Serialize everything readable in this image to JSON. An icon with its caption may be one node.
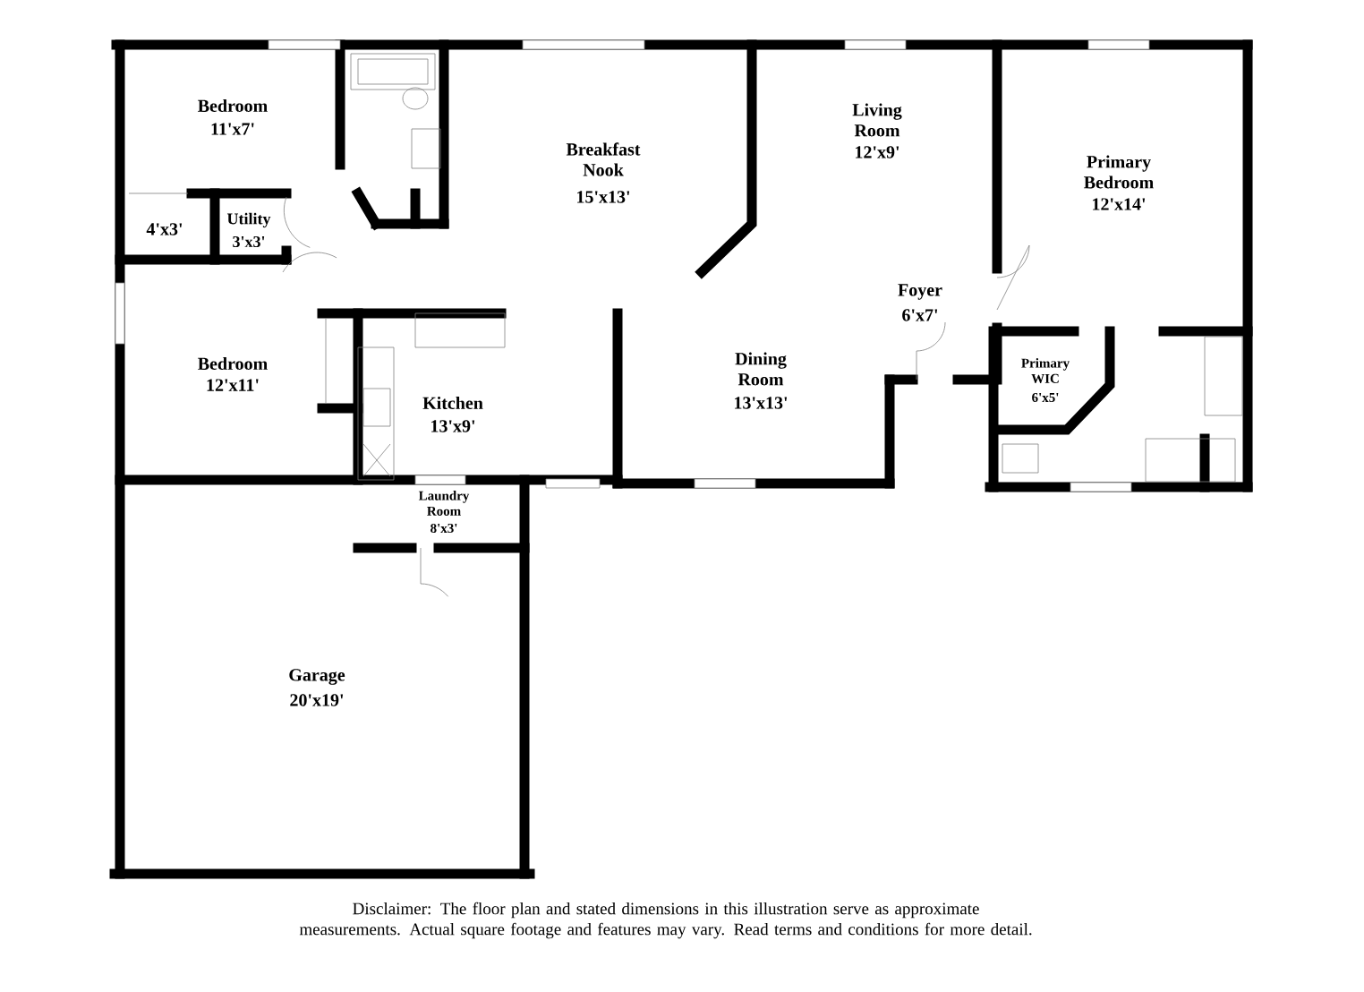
{
  "diagram": {
    "caption": "Disclaimer: The floor plan and stated dimensions in this illustration serve as approximate measurements. Actual square footage and features may vary. Read terms and conditions for more detail.",
    "labels": [
      "Bedroom",
      "11'x7'",
      "Breakfast Nook",
      "15'x13'",
      "Living Room",
      "12'x9'",
      "Primary Bedroom",
      "12'x14'",
      "4'x3'",
      "Utility",
      "3'x3'",
      "Foyer",
      "6'x7'",
      "Bedroom",
      "12'x11'",
      "Kitchen",
      "13'x9'",
      "Dining Room",
      "13'x13'",
      "Primary WIC",
      "6'x5'",
      "Laundry Room",
      "8'x3'",
      "Garage",
      "20'x19'"
    ]
  }
}
